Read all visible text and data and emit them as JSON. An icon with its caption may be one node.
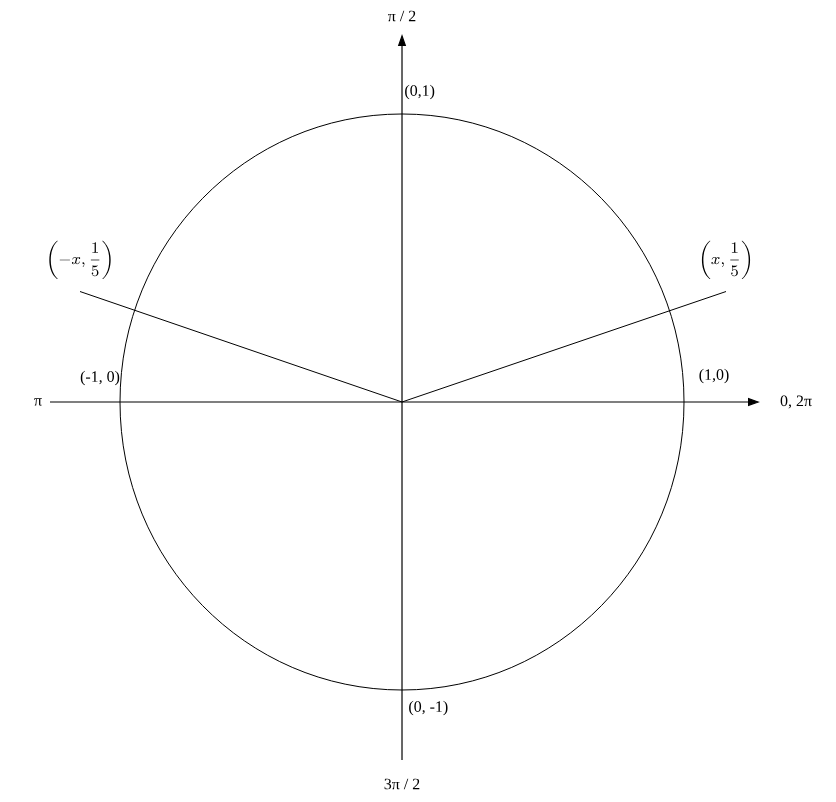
{
  "diagram": {
    "nodes": [
      {
        "text": [
          "\\left(-x,\\frac{1}{5}\\right)"
        ]
      },
      {
        "text": [
          "\\left(x,\\frac{1}{5}\\right)"
        ]
      }
    ],
    "edges": [
      {
        "from": 0,
        "to": null,
        "arrow": "none"
      },
      {
        "from": 1,
        "to": null,
        "arrow": "none"
      }
    ],
    "labels": [
      "π / 2",
      "(0,1)",
      "π",
      "(-1, 0)",
      "(1,0)",
      "0, 2π",
      "(0, -1)",
      "3π / 2"
    ]
  }
}
